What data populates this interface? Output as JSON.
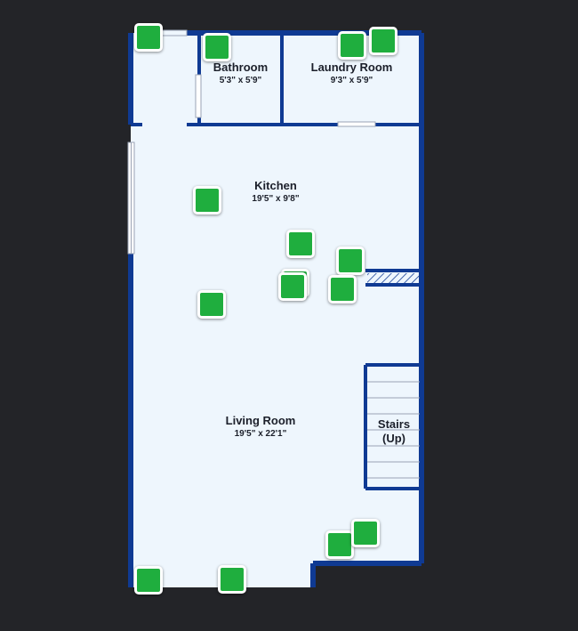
{
  "rooms": {
    "bathroom": {
      "name": "Bathroom",
      "dims": "5'3\" x 5'9\""
    },
    "laundry": {
      "name": "Laundry Room",
      "dims": "9'3\" x 5'9\""
    },
    "kitchen": {
      "name": "Kitchen",
      "dims": "19'5\" x 9'8\""
    },
    "living": {
      "name": "Living Room",
      "dims": "19'5\" x 22'1\""
    },
    "stairs": {
      "name": "Stairs",
      "note": "(Up)"
    }
  },
  "colors": {
    "background": "#232428",
    "floor": "#eef6fd",
    "wall": "#0f3a93",
    "marker": "#1fae3e",
    "marker_border": "#ffffff"
  },
  "markers": {
    "icon": "green-square-marker",
    "count": 14
  }
}
